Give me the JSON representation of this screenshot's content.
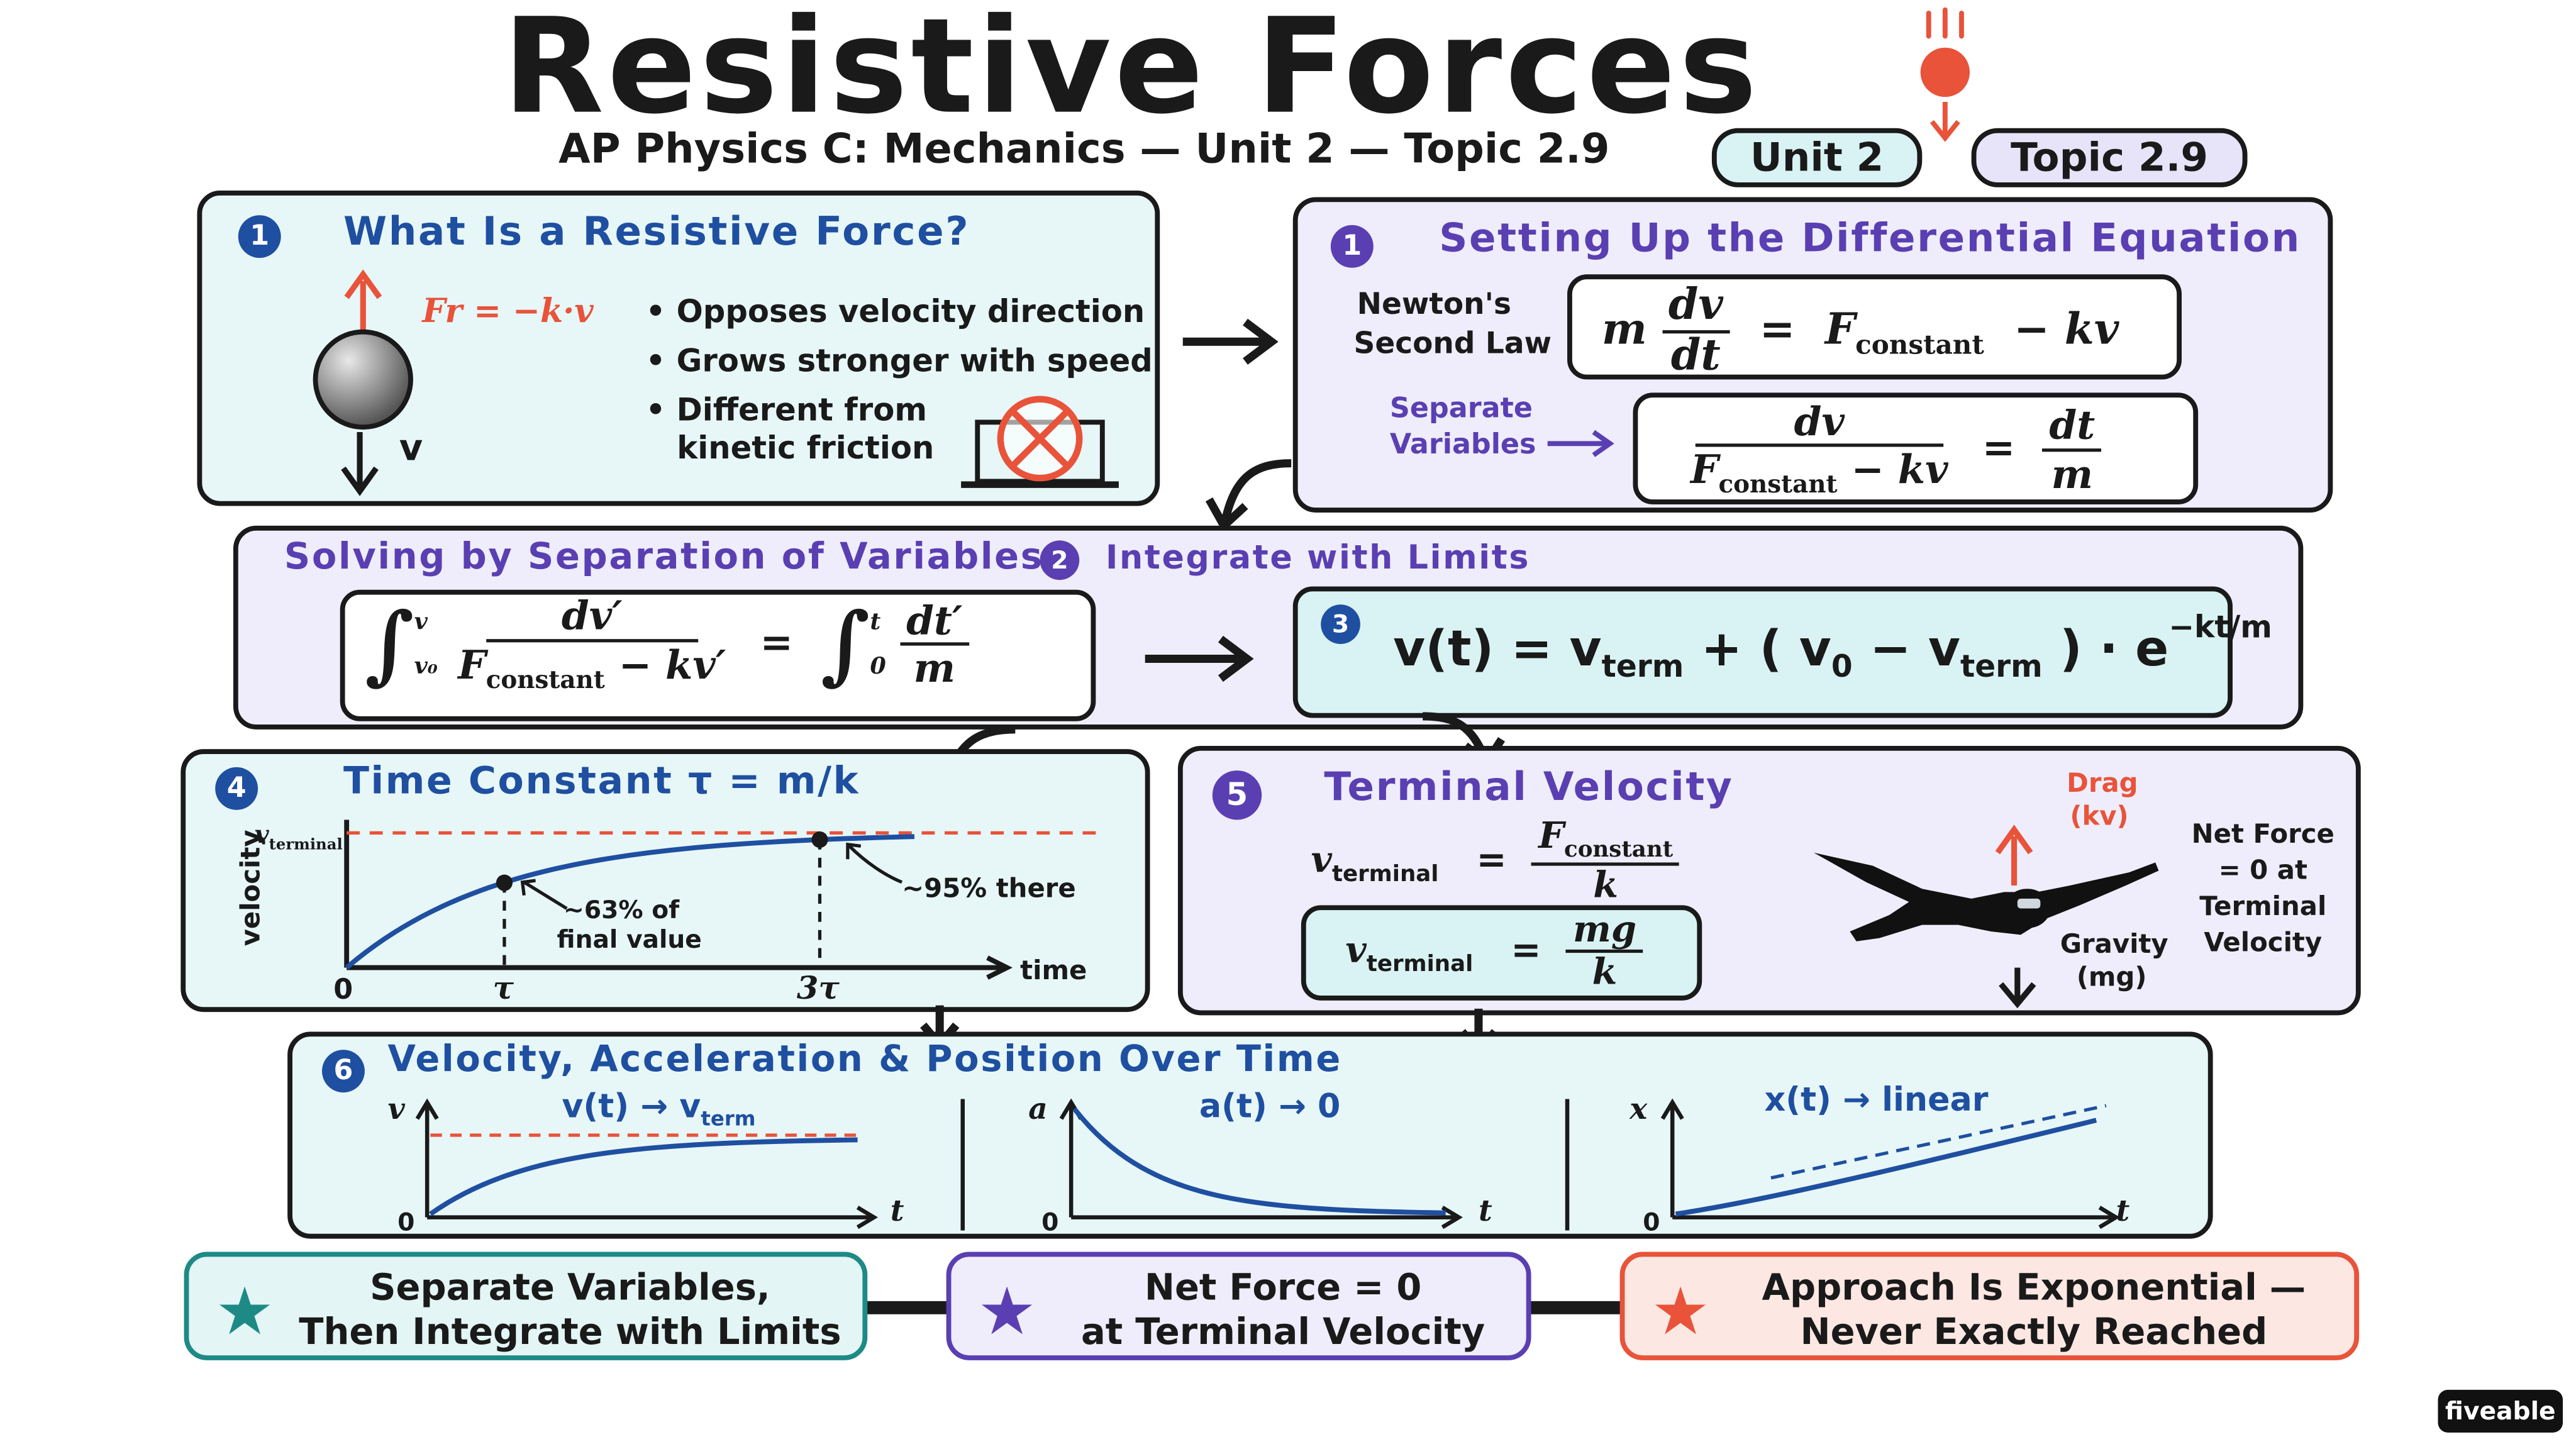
{
  "header": {
    "title": "Resistive Forces",
    "subtitle": "AP Physics C: Mechanics — Unit 2 — Topic 2.9",
    "unit_pill": "Unit 2",
    "topic_pill": "Topic 2.9"
  },
  "colors": {
    "blue": "#1f4fa0",
    "purple": "#5a3fb2",
    "red": "#e8533a",
    "teal": "#1e8a86",
    "cyan_bg": "#e7f7f8",
    "lavender_bg": "#efedfb",
    "salmon_bg": "#fde7e2"
  },
  "panel1": {
    "num": "1",
    "title": "What Is a Resistive Force?",
    "force_label": "Fr = −k·v",
    "velocity_label": "v",
    "bullets": [
      "Opposes velocity direction",
      "Grows stronger with speed",
      "Different from",
      "kinetic friction"
    ]
  },
  "panel2": {
    "num": "1",
    "title": "Setting Up the Differential Equation",
    "newton_label": [
      "Newton's",
      "Second Law"
    ],
    "eq1": {
      "m": "m",
      "num": "dv",
      "den": "dt",
      "eq": "=",
      "F": "F",
      "Fsub": "constant",
      "minus": "− kv"
    },
    "separate_label": [
      "Separate",
      "Variables"
    ],
    "eq2": {
      "num": "dv",
      "denF": "F",
      "denSub": "constant",
      "denRest": " − kv",
      "eq": "=",
      "rnum": "dt",
      "rden": "m"
    }
  },
  "panel3": {
    "title": "Solving by Separation of Variables",
    "num2": "2",
    "title2": "Integrate with Limits",
    "integral": {
      "upper": "v",
      "lower": "v₀",
      "num": "dv′",
      "denF": "F",
      "denSub": "constant",
      "denRest": " − kv′",
      "eq": "=",
      "upper2": "t",
      "lower2": "0",
      "num2": "dt′",
      "den2": "m"
    },
    "num3": "3",
    "solution": {
      "lhs": "v(t) = v",
      "term1": "term",
      "mid": " + ( v",
      "zero": "0",
      "mid2": " − v",
      "term2": "term",
      "end": " ) · e",
      "exp": "−kt/m"
    }
  },
  "panel4": {
    "num": "4",
    "title": "Time Constant τ = m/k",
    "y_axis": "velocity",
    "x_axis": "time",
    "vterm_label": "v",
    "vterm_sub": "terminal",
    "origin": "0",
    "tick1": "τ",
    "tick2": "3τ",
    "ann1": [
      "~63% of",
      "final value"
    ],
    "ann2": "~95% there"
  },
  "panel5": {
    "num": "5",
    "title": "Terminal Velocity",
    "eq1": {
      "v": "v",
      "sub": "terminal",
      "eq": "=",
      "numF": "F",
      "numSub": "constant",
      "den": "k"
    },
    "eq2": {
      "v": "v",
      "sub": "terminal",
      "eq": "=",
      "num": "mg",
      "den": "k"
    },
    "drag": [
      "Drag",
      "(kv)"
    ],
    "gravity": [
      "Gravity",
      "(mg)"
    ],
    "net": [
      "Net Force",
      "= 0 at",
      "Terminal",
      "Velocity"
    ]
  },
  "panel6": {
    "num": "6",
    "title": "Velocity, Acceleration & Position Over Time",
    "g1": {
      "axis_y": "v",
      "axis_x": "t",
      "origin": "0",
      "label": "v(t) → v",
      "label_sub": "term"
    },
    "g2": {
      "axis_y": "a",
      "axis_x": "t",
      "origin": "0",
      "label": "a(t) → 0"
    },
    "g3": {
      "axis_y": "x",
      "axis_x": "t",
      "origin": "0",
      "label": "x(t) → linear"
    }
  },
  "callouts": [
    {
      "line1": "Separate Variables,",
      "line2": "Then Integrate with Limits"
    },
    {
      "line1": "Net Force = 0",
      "line2": "at Terminal Velocity"
    },
    {
      "line1": "Approach Is Exponential —",
      "line2": "Never Exactly Reached"
    }
  ],
  "chart_data": [
    {
      "type": "line",
      "title": "Time Constant τ = m/k",
      "xlabel": "time",
      "ylabel": "velocity",
      "x_ticks": [
        "0",
        "τ",
        "3τ"
      ],
      "y_ticks": [
        "v_terminal"
      ],
      "x": [
        0,
        0.5,
        1,
        1.5,
        2,
        2.5,
        3,
        3.5
      ],
      "series": [
        {
          "values": [
            0,
            0.39,
            0.63,
            0.78,
            0.86,
            0.92,
            0.95,
            0.97
          ]
        }
      ],
      "reference_line": 1,
      "marked_points": [
        {
          "x": 1,
          "y": 0.63
        },
        {
          "x": 3,
          "y": 0.95
        }
      ],
      "grid": false
    }
  ],
  "brand": "fiveable"
}
